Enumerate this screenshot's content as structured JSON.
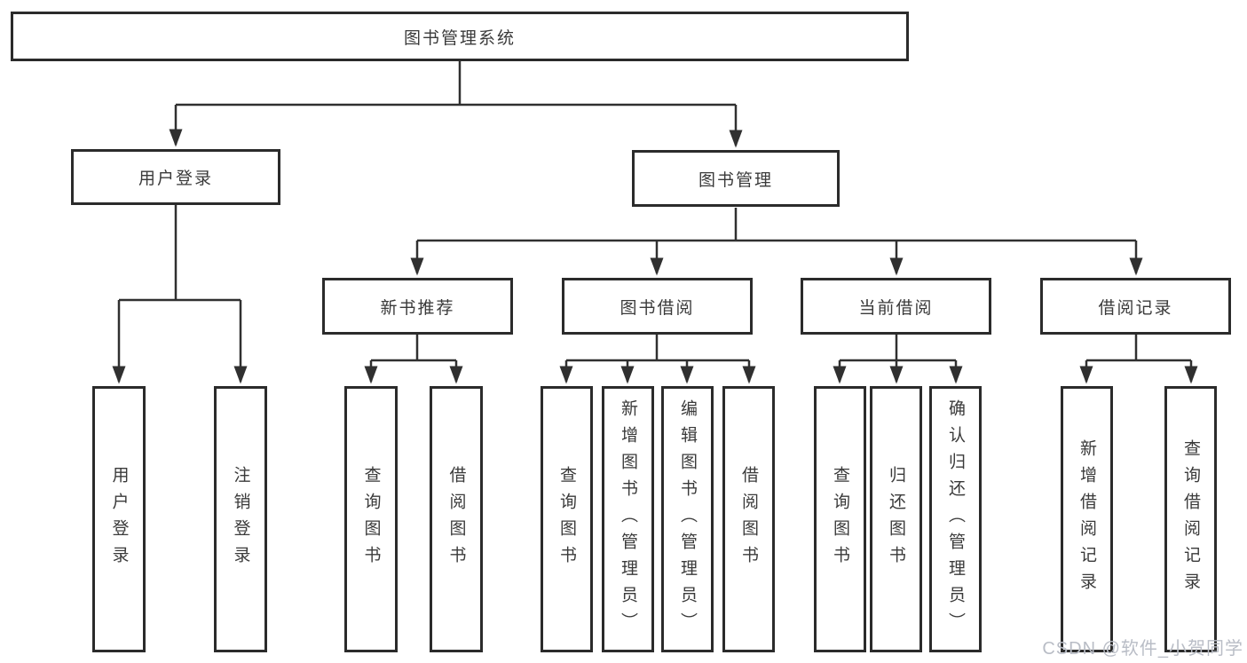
{
  "diagram": {
    "root": "图书管理系统",
    "branches": {
      "user_login": "用户登录",
      "book_mgmt": "图书管理"
    },
    "sections": {
      "new_books": "新书推荐",
      "book_borrow": "图书借阅",
      "current_borrow": "当前借阅",
      "borrow_records": "借阅记录"
    },
    "leaves": {
      "user_login": "用户登录",
      "logout": "注销登录",
      "nb_query": "查询图书",
      "nb_borrow": "借阅图书",
      "bb_query": "查询图书",
      "bb_add": "新增图书（管理员）",
      "bb_edit": "编辑图书（管理员）",
      "bb_borrow": "借阅图书",
      "cb_query": "查询图书",
      "cb_return": "归还图书",
      "cb_confirm": "确认归还（管理员）",
      "br_add": "新增借阅记录",
      "br_query": "查询借阅记录"
    },
    "watermark": "CSDN @软件_小贺同学",
    "colors": {
      "line": "#303030",
      "box_border": "#2b2b2b",
      "box_fill": "#ffffff",
      "text": "#3a3a3a",
      "watermark": "#b9bdc6"
    }
  }
}
